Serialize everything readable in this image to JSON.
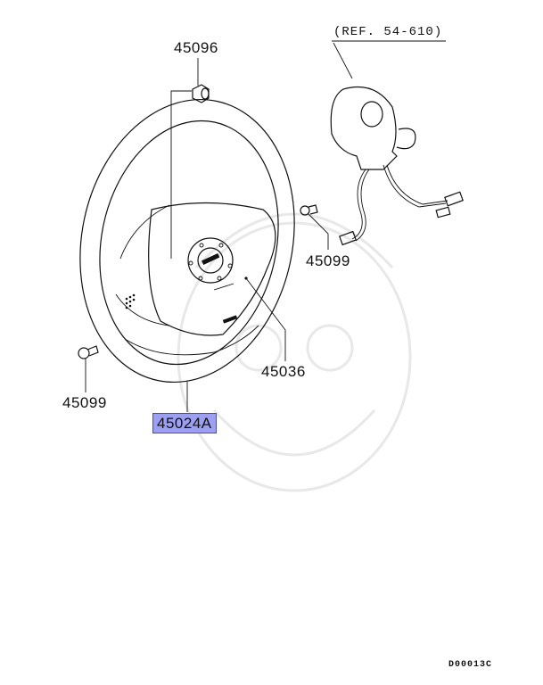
{
  "diagram": {
    "reference": "(REF. 54-610)",
    "footer_code": "D00013C",
    "highlight_color": "#9d9ff0",
    "parts": [
      {
        "id": "nut",
        "number": "45096",
        "description": "steering wheel nut"
      },
      {
        "id": "bolt-right",
        "number": "45099",
        "description": "bolt near clock spring"
      },
      {
        "id": "bolt-left",
        "number": "45099",
        "description": "bolt left of wheel"
      },
      {
        "id": "airbag",
        "number": "45036",
        "description": "airbag module"
      },
      {
        "id": "wheel",
        "number": "45024A",
        "description": "steering wheel",
        "highlighted": true
      }
    ]
  }
}
